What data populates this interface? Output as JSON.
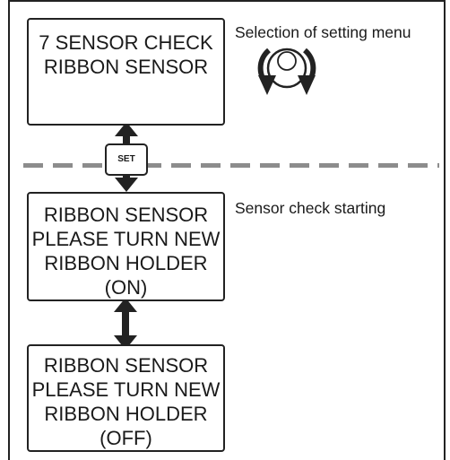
{
  "screens": [
    {
      "lines": [
        "7 SENSOR CHECK",
        "RIBBON SENSOR"
      ]
    },
    {
      "lines": [
        "RIBBON SENSOR",
        "PLEASE TURN NEW",
        "RIBBON HOLDER",
        "(ON)"
      ]
    },
    {
      "lines": [
        "RIBBON SENSOR",
        "PLEASE TURN NEW",
        "RIBBON HOLDER",
        "(OFF)"
      ]
    }
  ],
  "notes": {
    "selection": "Selection of setting menu",
    "sensor_check": "Sensor check starting"
  },
  "set_key": "SET",
  "icons": {
    "dial": "rotary-dial-icon",
    "arrows": "double-headed-arrow-icon"
  }
}
